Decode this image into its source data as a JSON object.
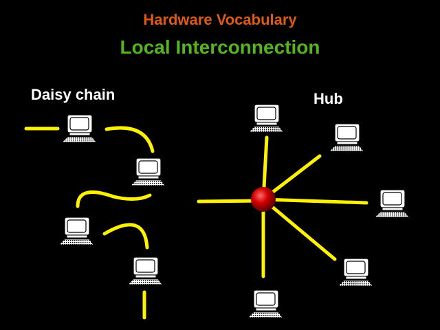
{
  "slide": {
    "supertitle": "Hardware Vocabulary",
    "title": "Local Interconnection",
    "daisy_chain_label": "Daisy chain",
    "hub_label": "Hub"
  },
  "colors": {
    "background": "#000000",
    "supertitle": "#E05A12",
    "title": "#55B51E",
    "label": "#FFFFFF",
    "cable": "#FFF200",
    "hub": "#D40000",
    "computer_fill": "#FFFFFF",
    "computer_outline": "#000000"
  },
  "icons": {
    "computer": "desktop-computer-icon",
    "hub": "red-sphere-hub-icon"
  }
}
